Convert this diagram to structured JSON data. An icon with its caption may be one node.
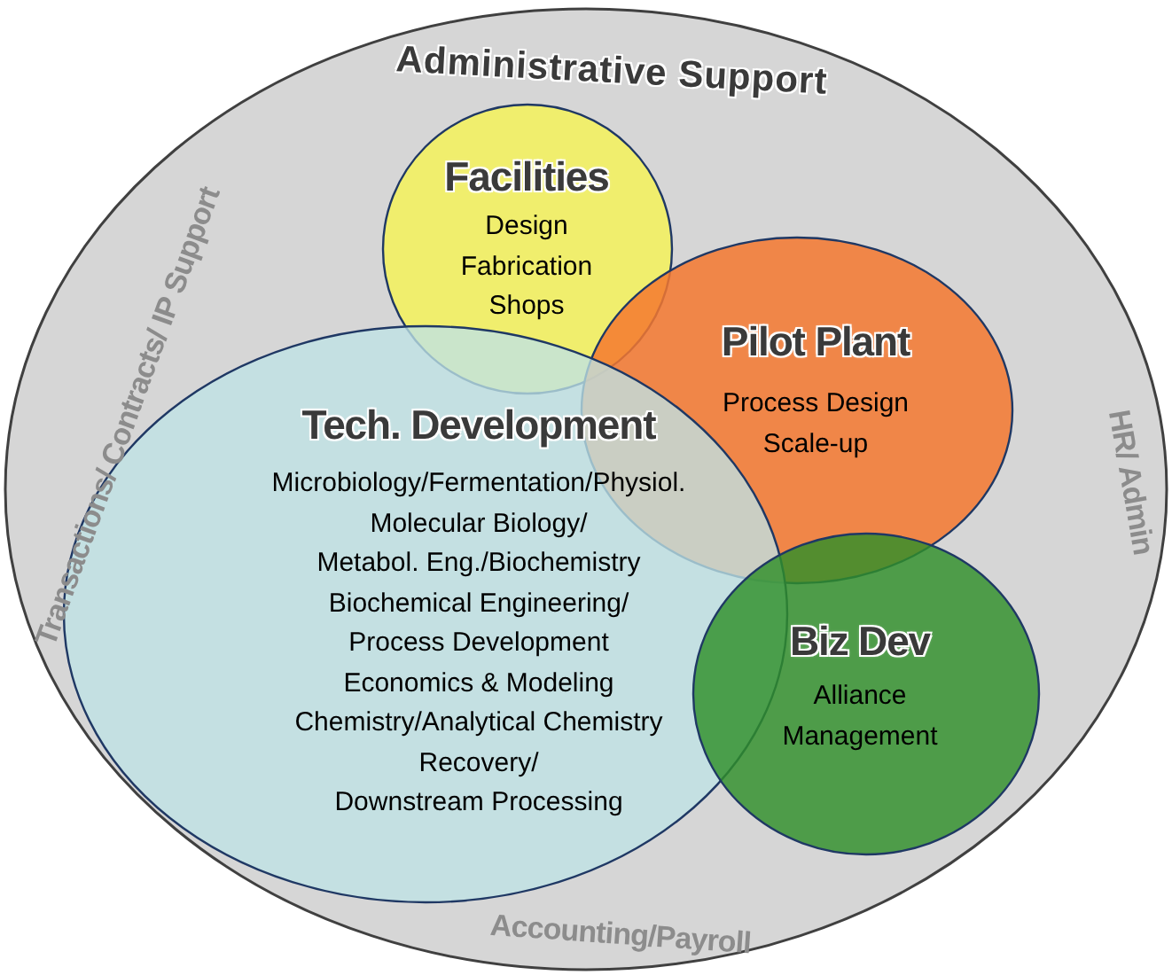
{
  "diagram": {
    "nodes": [
      {
        "text": [
          "Administrative Support",
          "Transactions/ Contracts/ IP Support",
          "HR/ Admin",
          "Accounting/Payroll"
        ]
      },
      {
        "text": [
          "Facilities",
          "Design",
          "Fabrication",
          "Shops"
        ],
        "in": 0
      },
      {
        "text": [
          "Pilot Plant",
          "Process Design",
          "Scale-up"
        ],
        "in": 0
      },
      {
        "text": [
          "Tech. Development",
          "Microbiology/Fermentation/Physiol.",
          "Molecular Biology/",
          "Metabol. Eng./Biochemistry",
          "Biochemical Engineering/",
          "Process Development",
          "Economics & Modeling",
          "Chemistry/Analytical Chemistry",
          "Recovery/",
          "Downstream Processing"
        ],
        "in": 0
      },
      {
        "text": [
          "Biz Dev",
          "Alliance",
          "Management"
        ],
        "in": 0
      }
    ]
  }
}
